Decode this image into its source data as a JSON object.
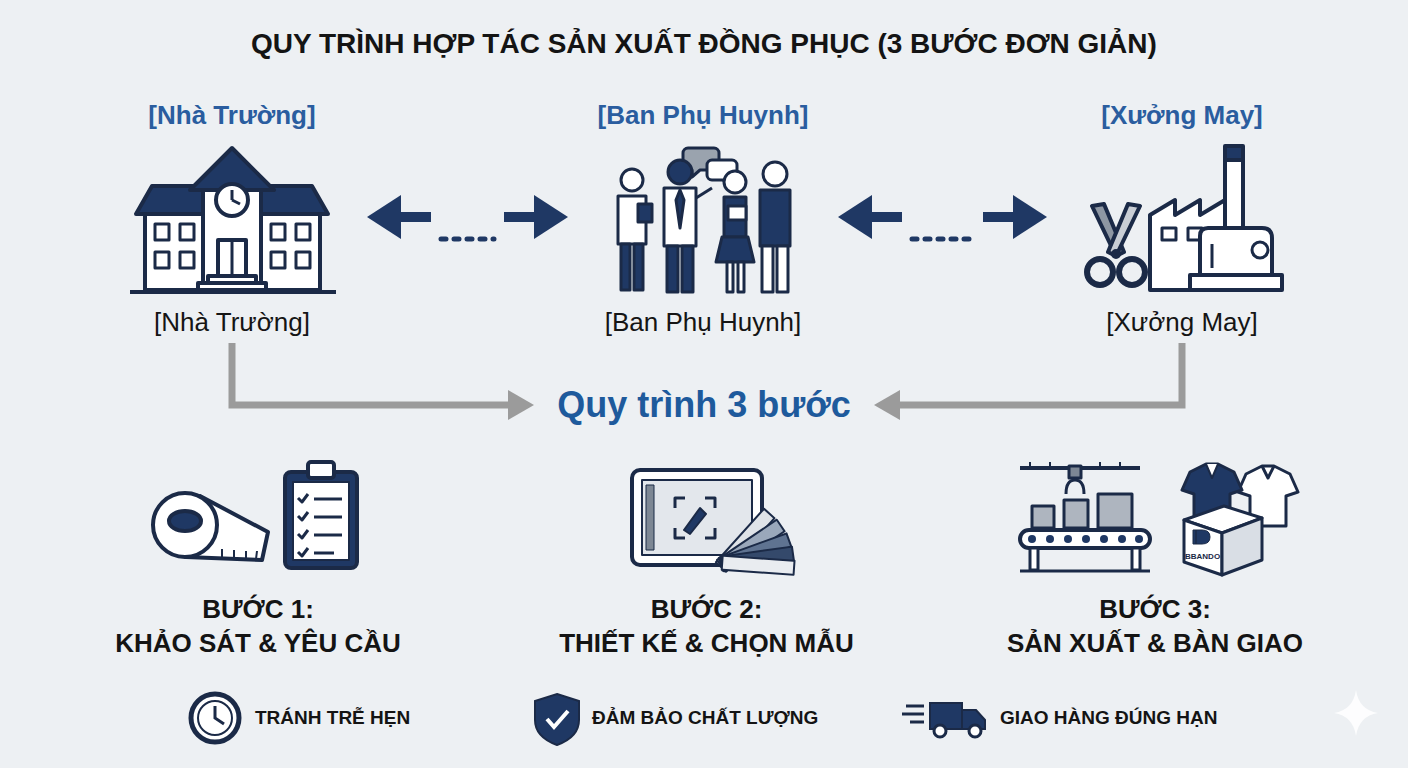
{
  "diagram": {
    "title": "QUY TRÌNH HỢP TÁC SẢN XUẤT ĐỒNG PHỤC (3 BƯỚC ĐƠN GIẢN)",
    "nodes": [
      {
        "text": [
          "[Nhà Trường]",
          "[Nhà Trường]"
        ]
      },
      {
        "text": [
          "[Ban Phụ Huynh]",
          "[Ban Phụ Huynh]"
        ]
      },
      {
        "text": [
          "[Xưởng May]",
          "[Xưởng May]"
        ]
      },
      {
        "text": [
          "Quy trình 3 bước"
        ]
      },
      {
        "text": [
          "BƯỚC 1:",
          "KHẢO SÁT & YÊU CẦU"
        ]
      },
      {
        "text": [
          "BƯỚC 2:",
          "THIẾT KẾ & CHỌN MẪU"
        ]
      },
      {
        "text": [
          "BƯỚC 3:",
          "SẢN XUẤT & BÀN GIAO"
        ]
      }
    ],
    "edges": [
      {
        "from": 0,
        "to": 1,
        "arrow": "both"
      },
      {
        "from": 1,
        "to": 2,
        "arrow": "both"
      },
      {
        "from": 0,
        "to": 3,
        "arrow": "to"
      },
      {
        "from": 2,
        "to": 3,
        "arrow": "to"
      }
    ],
    "labels": [
      "TRÁNH TRỄ HẸN",
      "ĐẢM BẢO CHẤT LƯỢNG",
      "GIAO HÀNG ĐÚNG HẠN",
      "BBANDO"
    ]
  }
}
